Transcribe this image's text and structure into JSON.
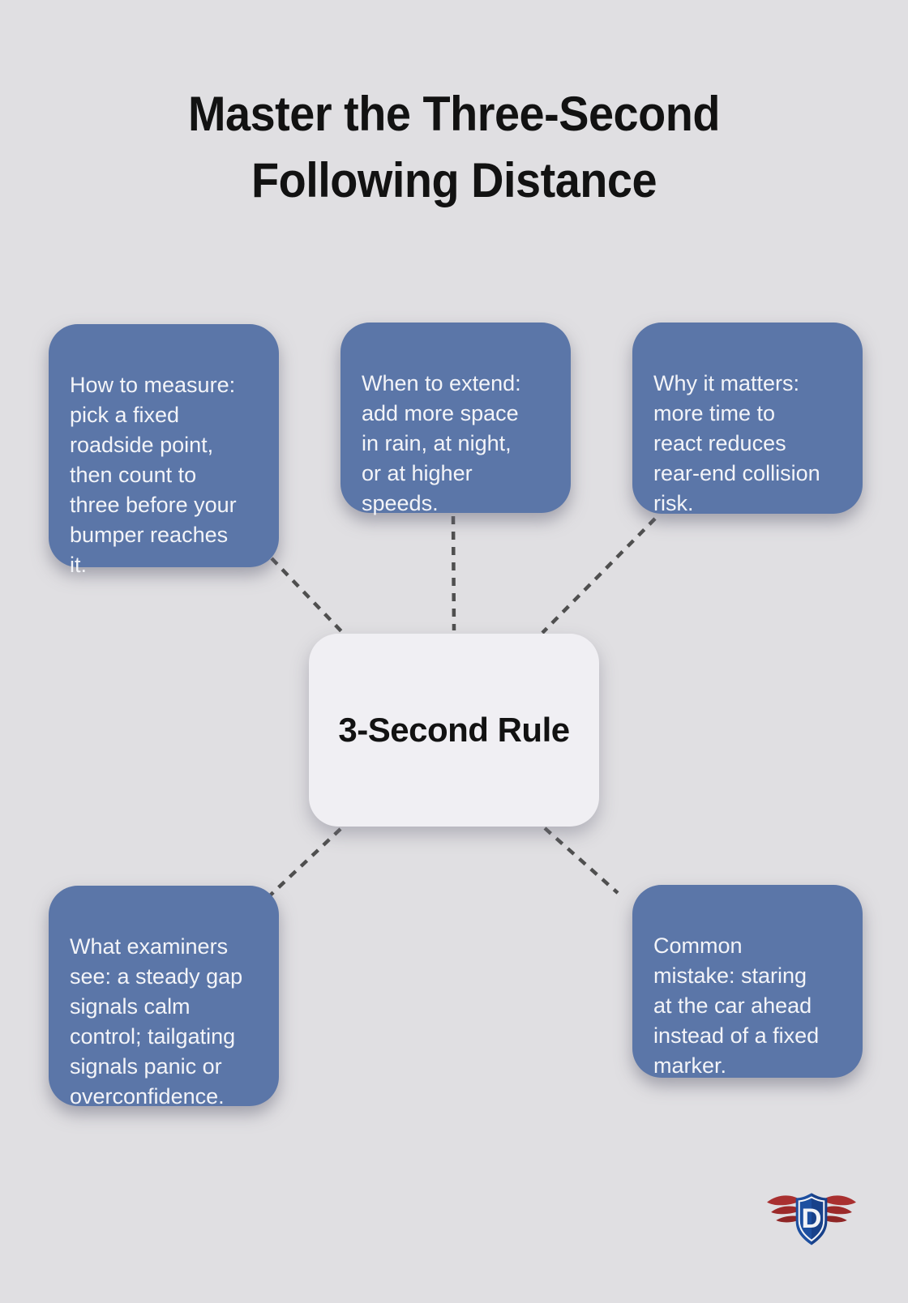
{
  "title": {
    "line1": "Master the Three-Second",
    "line2": "Following Distance"
  },
  "center": {
    "label": "3-Second Rule"
  },
  "branches": [
    {
      "id": "how-to-measure",
      "position": "top-left",
      "text": "How to measure:\npick a fixed\nroadside point,\nthen count to\nthree before your\nbumper reaches\nit."
    },
    {
      "id": "when-to-extend",
      "position": "top-center",
      "text": "When to extend:\nadd more space\nin rain, at night,\nor at higher\nspeeds."
    },
    {
      "id": "why-it-matters",
      "position": "top-right",
      "text": "Why it matters:\nmore time to\nreact reduces\nrear-end collision\nrisk."
    },
    {
      "id": "what-examiners-see",
      "position": "bottom-left",
      "text": "What examiners\nsee: a steady gap\nsignals calm\ncontrol; tailgating\nsignals panic or\noverconfidence."
    },
    {
      "id": "common-mistake",
      "position": "bottom-right",
      "text": "Common\nmistake: staring\nat the car ahead\ninstead of a fixed\nmarker."
    }
  ],
  "connectors": [
    {
      "from": "how-to-measure",
      "to": "center"
    },
    {
      "from": "when-to-extend",
      "to": "center"
    },
    {
      "from": "why-it-matters",
      "to": "center"
    },
    {
      "from": "center",
      "to": "what-examiners-see"
    },
    {
      "from": "center",
      "to": "common-mistake"
    }
  ],
  "logo": {
    "letter": "D"
  },
  "colors": {
    "background": "#e0dfe2",
    "branch_box": "#5b76a8",
    "branch_text": "#f3f4f8",
    "center_box": "#f0eff3",
    "center_text": "#121212",
    "title_text": "#121212",
    "connector": "#4f4f4f",
    "logo_shield_blue": "#1d4fa0",
    "logo_wing_red": "#a93030"
  }
}
